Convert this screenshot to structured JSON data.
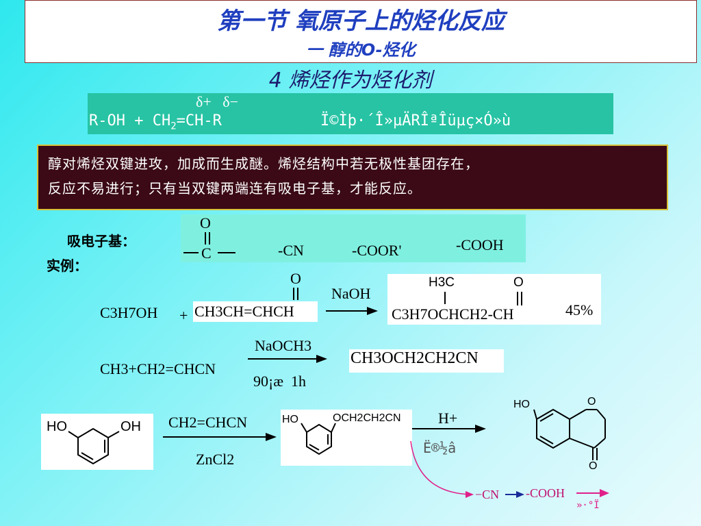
{
  "title": {
    "main": "第一节  氧原子上的烃化反应",
    "sub": "一  醇的O-烃化"
  },
  "section_heading": "4 烯烃作为烃化剂",
  "equation": {
    "delta_labels": "δ+   δ−",
    "lhs": "R-OH + CH",
    "sub2": "2",
    "rhs": "=CH-R",
    "garbled": "Ï©Ìþ·´Î»µÄRÎªÎüµç×Ó»ù"
  },
  "explanation": {
    "line1": "醇对烯烃双键进攻，加成而生成醚。烯烃结构中若无极性基团存在，",
    "line2": "反应不易进行；只有当双键两端连有吸电子基，才能反应。"
  },
  "ewg": {
    "label": "吸电子基：",
    "carbonyl_o": "O",
    "carbonyl_c": "C",
    "cn": "-CN",
    "coor": "-COOR'",
    "cooh": "-COOH"
  },
  "examples_label": "实例：",
  "reaction1": {
    "reactant1": "C3H7OH",
    "plus": "+",
    "reactant2": "CH3CH=CHCH",
    "reactant2_o": "O",
    "reagent": "NaOH",
    "product_h3c": "H3C",
    "product_o": "O",
    "product": "C3H7OCHCH2-CH",
    "yield": "45%"
  },
  "reaction2": {
    "reactant": "CH3+CH2=CHCN",
    "reagent_top": "NaOCH3",
    "reagent_bottom": "90¡æ  1h",
    "product": "CH3OCH2CH2CN"
  },
  "reaction3": {
    "reactant_ho_left": "HO",
    "reactant_oh_right": "OH",
    "reagent_top": "CH2=CHCN",
    "reagent_bottom": "ZnCl2",
    "intermediate_ho": "HO",
    "intermediate_chain": "OCH2CH2CN",
    "acid": "H+",
    "acid_garbled": "Ë®½â",
    "product_ho": "HO",
    "product_ring_o": "O",
    "product_keto_o": "O",
    "note_cn": "−CN",
    "note_cooh": "-COOH",
    "note_garbled": "»·°Ï"
  },
  "colors": {
    "title_blue": "#1f3fbf",
    "equation_box": "#27c3a4",
    "explain_bg": "#3b0a16",
    "explain_border": "#d8c23a",
    "ewg_box": "#7ff0e0",
    "note_magenta": "#e0208a"
  }
}
